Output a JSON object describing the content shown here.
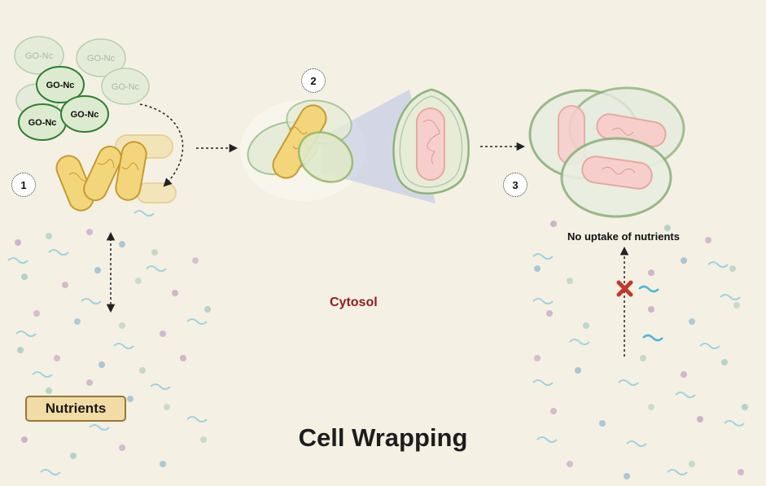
{
  "title": "Cell Wrapping",
  "labels": {
    "cytosol": "Cytosol",
    "no_uptake": "No uptake of nutrients",
    "nutrients": "Nutrients"
  },
  "steps": [
    "1",
    "2",
    "3"
  ],
  "go_nc_label": "GO-Nc",
  "colors": {
    "background": "#f4f0e4",
    "bacterium_fill": "#f3d57c",
    "bacterium_outline": "#c79b2d",
    "go_sheet_strong": "#2f7d32",
    "go_sheet_faint": "#9bbf8f",
    "wrapped_cell": "#e8a7a3",
    "blocked_mark": "#c0392b",
    "title_text": "#1d1d1d",
    "cytosol_text": "#8f1d1d"
  }
}
